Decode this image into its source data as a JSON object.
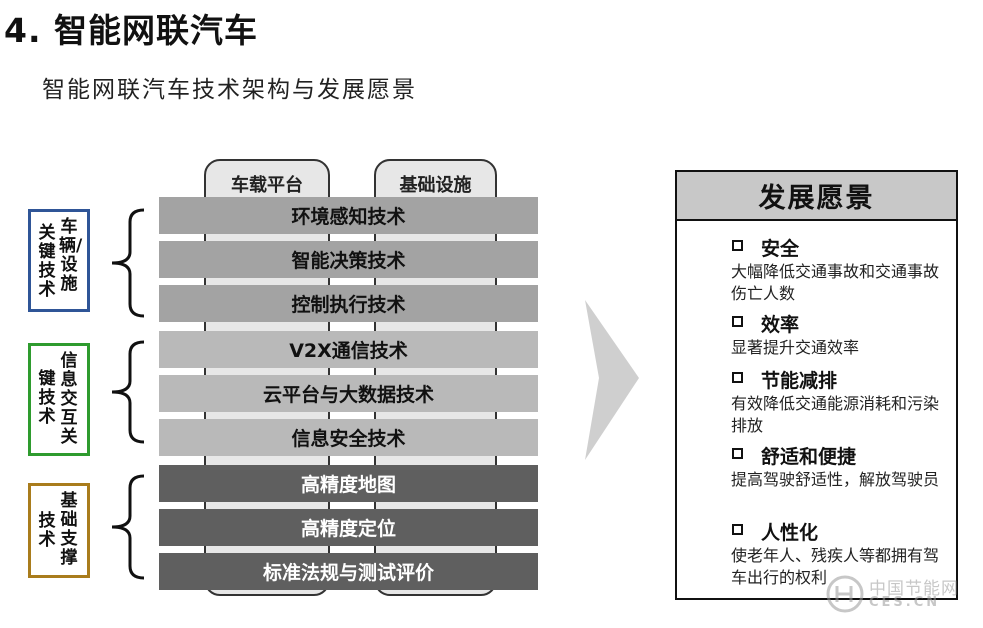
{
  "title": "4. 智能网联汽车",
  "subtitle": "智能网联汽车技术架构与发展愿景",
  "pillars": {
    "left": "车载平台",
    "right": "基础设施"
  },
  "groups": [
    {
      "label": "车辆/设施关键技术",
      "col1": "关键技术",
      "col2": "车辆/设施",
      "color": "#2f5597"
    },
    {
      "label": "信息交互关键技术",
      "col1": "键技术",
      "col2": "信息交互关",
      "color": "#2e9b2e"
    },
    {
      "label": "基础支撑技术",
      "col1": "技术",
      "col2": "基础支撑",
      "color": "#a97c1c"
    }
  ],
  "layers": [
    "环境感知技术",
    "智能决策技术",
    "控制执行技术",
    "V2X通信技术",
    "云平台与大数据技术",
    "信息安全技术",
    "高精度地图",
    "高精度定位",
    "标准法规与测试评价"
  ],
  "vision": {
    "header": "发展愿景",
    "items": [
      {
        "title": "安全",
        "desc": "大幅降低交通事故和交通事故伤亡人数"
      },
      {
        "title": "效率",
        "desc": "显著提升交通效率"
      },
      {
        "title": "节能减排",
        "desc": "有效降低交通能源消耗和污染排放"
      },
      {
        "title": "舒适和便捷",
        "desc": "提高驾驶舒适性，解放驾驶员"
      },
      {
        "title": "人性化",
        "desc": "使老年人、残疾人等都拥有驾车出行的权利"
      }
    ]
  },
  "watermark": {
    "cn": "中国节能网",
    "en": "CES.CN"
  }
}
